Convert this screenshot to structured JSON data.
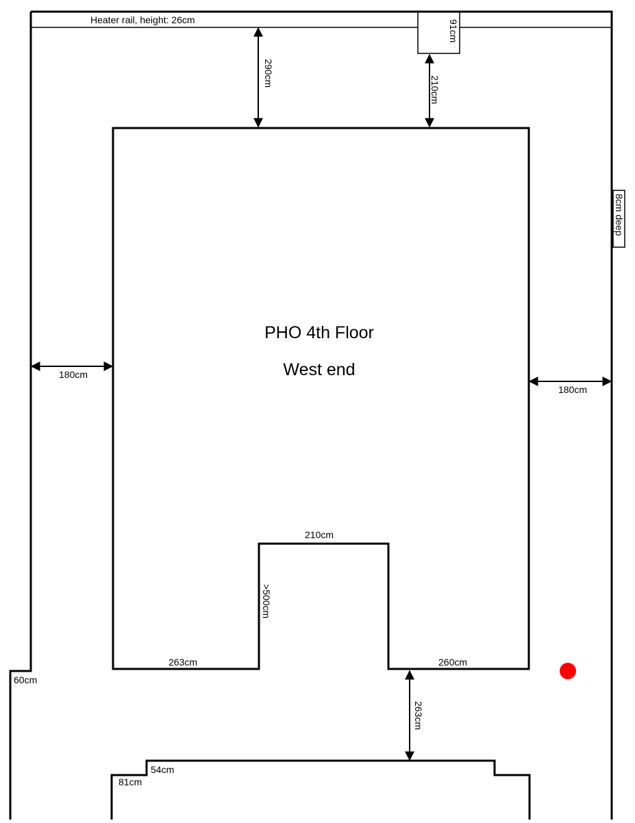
{
  "title": "PHO 4th Floor",
  "subtitle": "West end",
  "labels": {
    "heater_rail": "Heater rail,  height: 26cm",
    "box_width": "91cm",
    "gap_top_left": "290cm",
    "gap_top_right": "210cm",
    "rail_depth": "8cm deep",
    "gap_left": "180cm",
    "gap_right": "180cm",
    "notch_width": "210cm",
    "notch_depth": ">500cm",
    "bottom_left_edge": "263cm",
    "bottom_right_edge": "260cm",
    "left_step": "60cm",
    "gap_bottom": "263cm",
    "lower_step_1": "54cm",
    "lower_step_2": "81cm"
  },
  "colors": {
    "line": "#000000",
    "marker": "#ff0000",
    "background": "#ffffff"
  }
}
